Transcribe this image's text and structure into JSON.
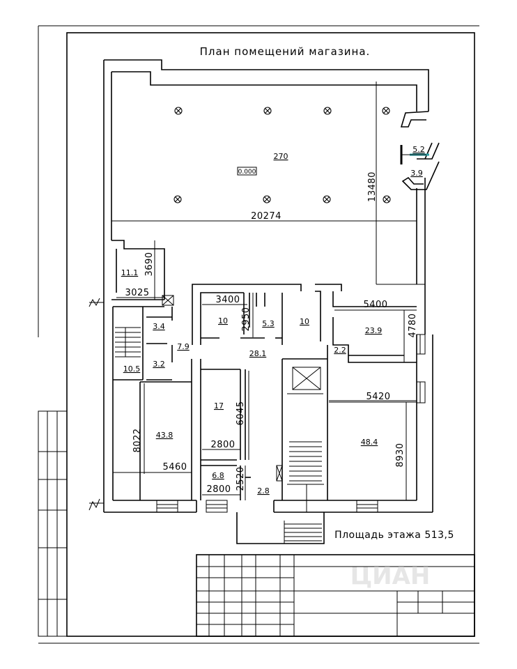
{
  "title": "План помещений магазина.",
  "floor_area": "Площадь этажа 513,5",
  "elevation_mark": "0.000",
  "rooms": [
    {
      "id": "hall",
      "area": "270"
    },
    {
      "id": "vest-a",
      "area": "5.2"
    },
    {
      "id": "vest-b",
      "area": "3.9"
    },
    {
      "id": "r11",
      "area": "11.1"
    },
    {
      "id": "r34",
      "area": "3.4"
    },
    {
      "id": "r79",
      "area": "7.9"
    },
    {
      "id": "r32",
      "area": "3.2"
    },
    {
      "id": "r105",
      "area": "10.5"
    },
    {
      "id": "r10a",
      "area": "10"
    },
    {
      "id": "r53",
      "area": "5.3"
    },
    {
      "id": "r10b",
      "area": "10"
    },
    {
      "id": "r281",
      "area": "28.1"
    },
    {
      "id": "r239",
      "area": "23.9"
    },
    {
      "id": "r22",
      "area": "2.2"
    },
    {
      "id": "r17",
      "area": "17"
    },
    {
      "id": "r438",
      "area": "43.8"
    },
    {
      "id": "r484",
      "area": "48.4"
    },
    {
      "id": "r68",
      "area": "6.8"
    },
    {
      "id": "r28",
      "area": "2.8"
    }
  ],
  "dimensions": [
    {
      "id": "d20274",
      "value": "20274"
    },
    {
      "id": "d13480",
      "value": "13480"
    },
    {
      "id": "d3690",
      "value": "3690"
    },
    {
      "id": "d3025",
      "value": "3025"
    },
    {
      "id": "d3400",
      "value": "3400"
    },
    {
      "id": "d2950",
      "value": "2950"
    },
    {
      "id": "d5400",
      "value": "5400"
    },
    {
      "id": "d4780",
      "value": "4780"
    },
    {
      "id": "d5420",
      "value": "5420"
    },
    {
      "id": "d8930",
      "value": "8930"
    },
    {
      "id": "d6045",
      "value": "6045"
    },
    {
      "id": "d2800a",
      "value": "2800"
    },
    {
      "id": "d8022",
      "value": "8022"
    },
    {
      "id": "d5460",
      "value": "5460"
    },
    {
      "id": "d2520",
      "value": "2520"
    },
    {
      "id": "d2800b",
      "value": "2800"
    }
  ],
  "watermark": "ЦИАН"
}
